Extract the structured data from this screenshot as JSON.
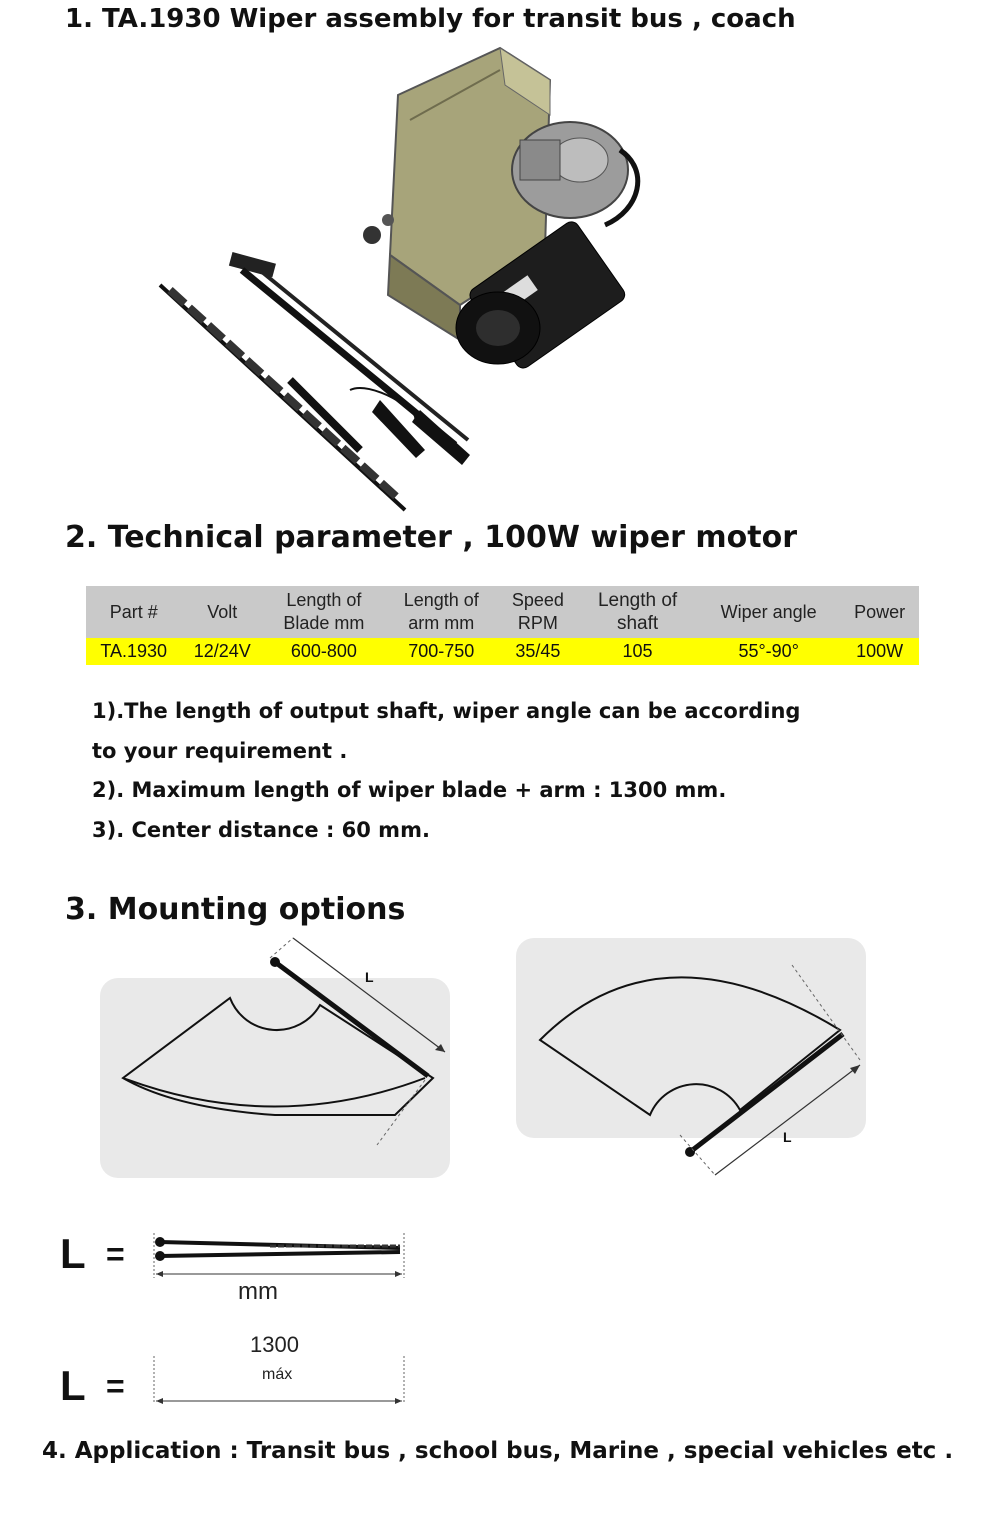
{
  "sections": {
    "s1": "1. TA.1930 Wiper assembly for transit bus , coach",
    "s2": "2. Technical parameter , 100W wiper motor",
    "s3": "3. Mounting options",
    "s4": "4. Application : Transit bus , school bus, Marine , special vehicles etc ."
  },
  "table": {
    "headers": [
      [
        "Part #",
        ""
      ],
      [
        "Volt",
        ""
      ],
      [
        "Length of",
        "Blade mm"
      ],
      [
        "Length of",
        "arm mm"
      ],
      [
        "Speed",
        "RPM"
      ],
      [
        "Length of",
        "shaft"
      ],
      [
        "Wiper angle",
        ""
      ],
      [
        "Power",
        ""
      ]
    ],
    "row": [
      "TA.1930",
      "12/24V",
      "600-800",
      "700-750",
      "35/45",
      "105",
      "55°-90°",
      "100W"
    ]
  },
  "notes": [
    "1).The length of output shaft, wiper angle can be according",
    "to your requirement .",
    "2). Maximum length of wiper blade + arm : 1300 mm.",
    "3). Center distance : 60 mm."
  ],
  "diagram": {
    "length_label": "L"
  },
  "formula": {
    "symbol": "L",
    "equals": "=",
    "unit": "mm",
    "max_value": "1300",
    "max_label": "máx"
  }
}
